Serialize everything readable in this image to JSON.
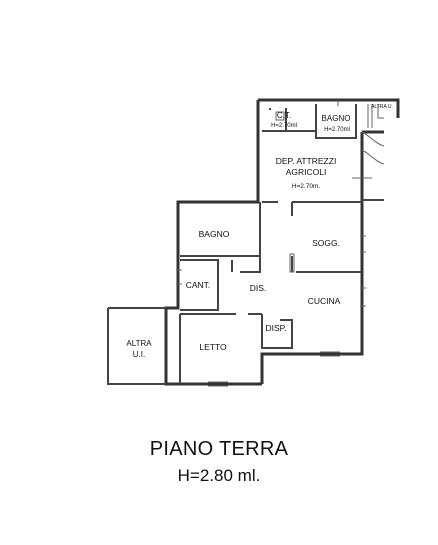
{
  "plan": {
    "rooms": {
      "ct": "C.T.",
      "ct_height": "H=2.70ml",
      "bagno_top": "BAGNO",
      "bagno_top_height": "H=2.70ml",
      "altra_top": "ALTRA U.",
      "deposito_line1": "DEP. ATTREZZI",
      "deposito_line2": "AGRICOLI",
      "deposito_height": "H=2.70m.",
      "bagno": "BAGNO",
      "soggiorno": "SOGG.",
      "cantina": "CANT.",
      "disimpegno": "DIS.",
      "cucina": "CUCINA",
      "dispensa": "DISP.",
      "altra_line1": "ALTRA",
      "altra_line2": "U.I.",
      "letto": "LETTO"
    },
    "colors": {
      "wall": "#333333",
      "line": "#555555",
      "background": "#ffffff"
    }
  },
  "caption": {
    "title": "PIANO TERRA",
    "height": "H=2.80 ml."
  }
}
